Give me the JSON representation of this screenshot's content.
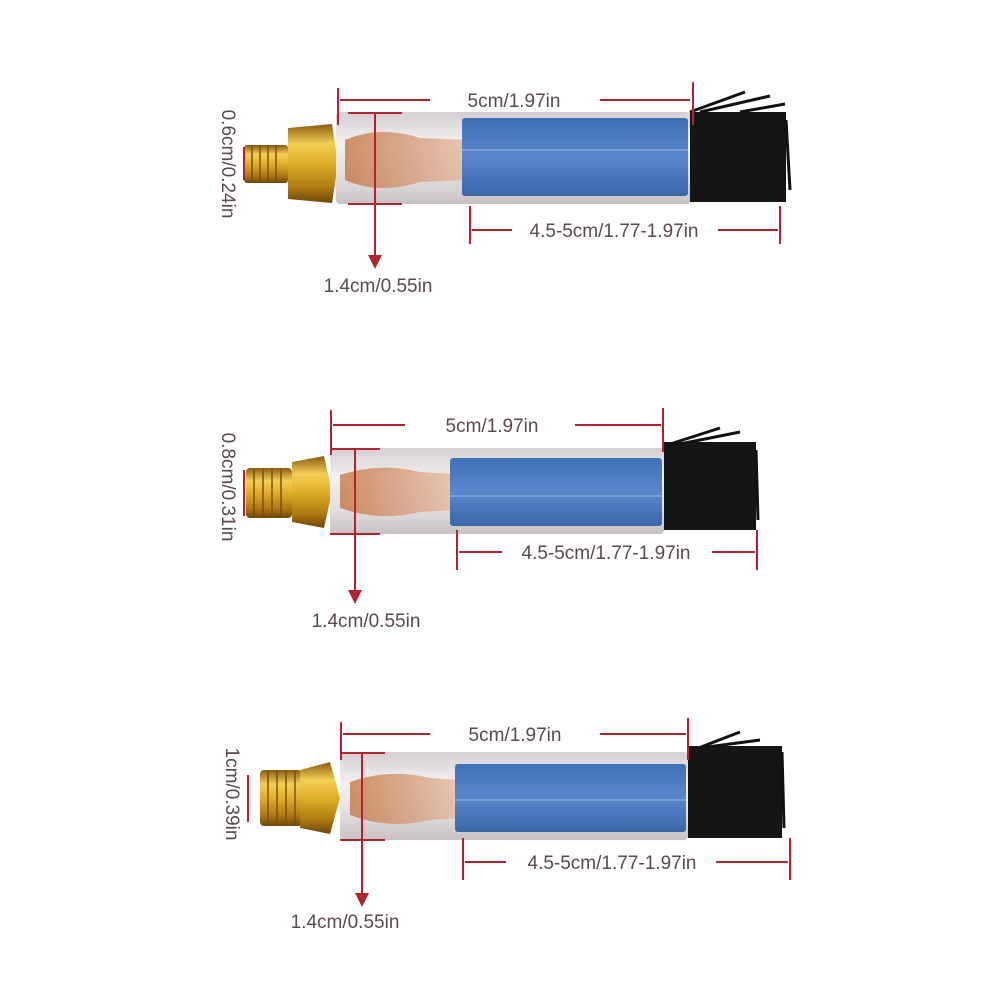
{
  "colors": {
    "dimension_line": "#b3232e",
    "label_text": "#5a4a4a",
    "brass": "#d9a520",
    "sleeve": "#dcd6d8",
    "blue_core": "#4a78c0",
    "bristles": "#151515"
  },
  "products": [
    {
      "thread_label": "0.6cm/0.24in",
      "length_label": "5cm/1.97in",
      "bristle_label": "4.5-5cm/1.77-1.97in",
      "diameter_label": "1.4cm/0.55in"
    },
    {
      "thread_label": "0.8cm/0.31in",
      "length_label": "5cm/1.97in",
      "bristle_label": "4.5-5cm/1.77-1.97in",
      "diameter_label": "1.4cm/0.55in"
    },
    {
      "thread_label": "1cm/0.39in",
      "length_label": "5cm/1.97in",
      "bristle_label": "4.5-5cm/1.77-1.97in",
      "diameter_label": "1.4cm/0.55in"
    }
  ]
}
